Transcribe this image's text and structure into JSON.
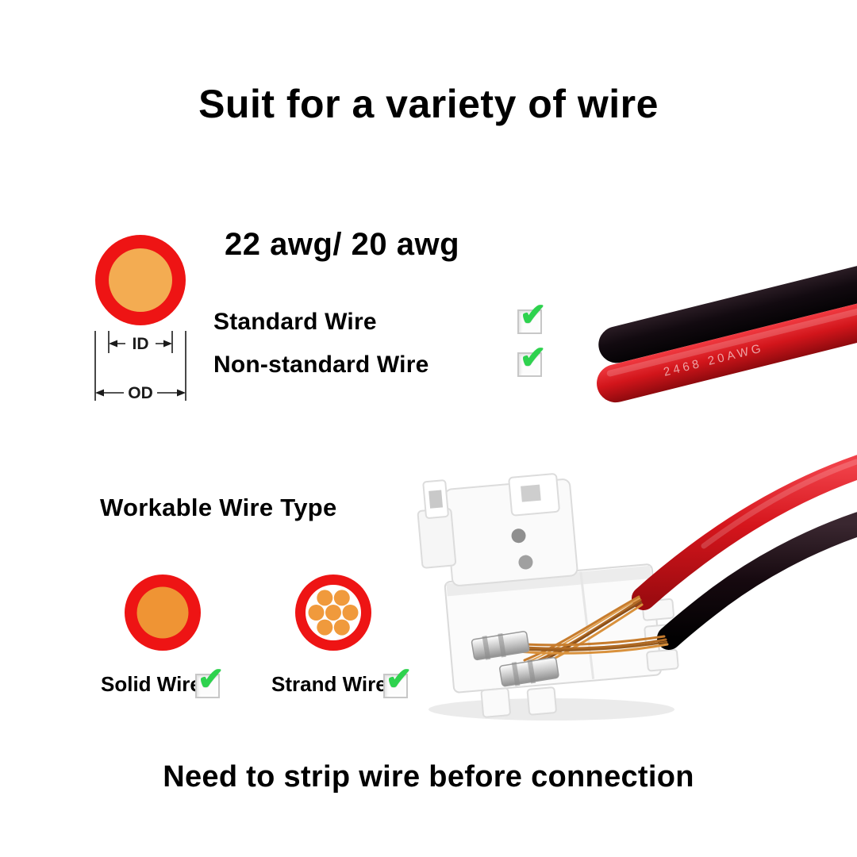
{
  "title": "Suit for a variety of wire",
  "spec": {
    "awg_label": "22 awg/ 20 awg",
    "rows": [
      {
        "label": "Standard Wire",
        "checked": true
      },
      {
        "label": "Non-standard Wire",
        "checked": true
      }
    ]
  },
  "diagram": {
    "id_label": "ID",
    "od_label": "OD"
  },
  "workable": {
    "heading": "Workable Wire Type",
    "rows": [
      {
        "label": "Solid Wire",
        "checked": true
      },
      {
        "label": "Strand Wire",
        "checked": true
      }
    ]
  },
  "footer": "Need to strip wire before connection",
  "photo": {
    "wire_marking": "2468  20AWG"
  },
  "icons": {
    "check": "✔"
  },
  "colors": {
    "insulation_red": "#ee1414",
    "conductor_orange": "#f09a3c",
    "check_green": "#2ed24e",
    "cable_red": "#d2151b",
    "cable_black": "#140b10",
    "connector_white": "#fbfbfb"
  }
}
